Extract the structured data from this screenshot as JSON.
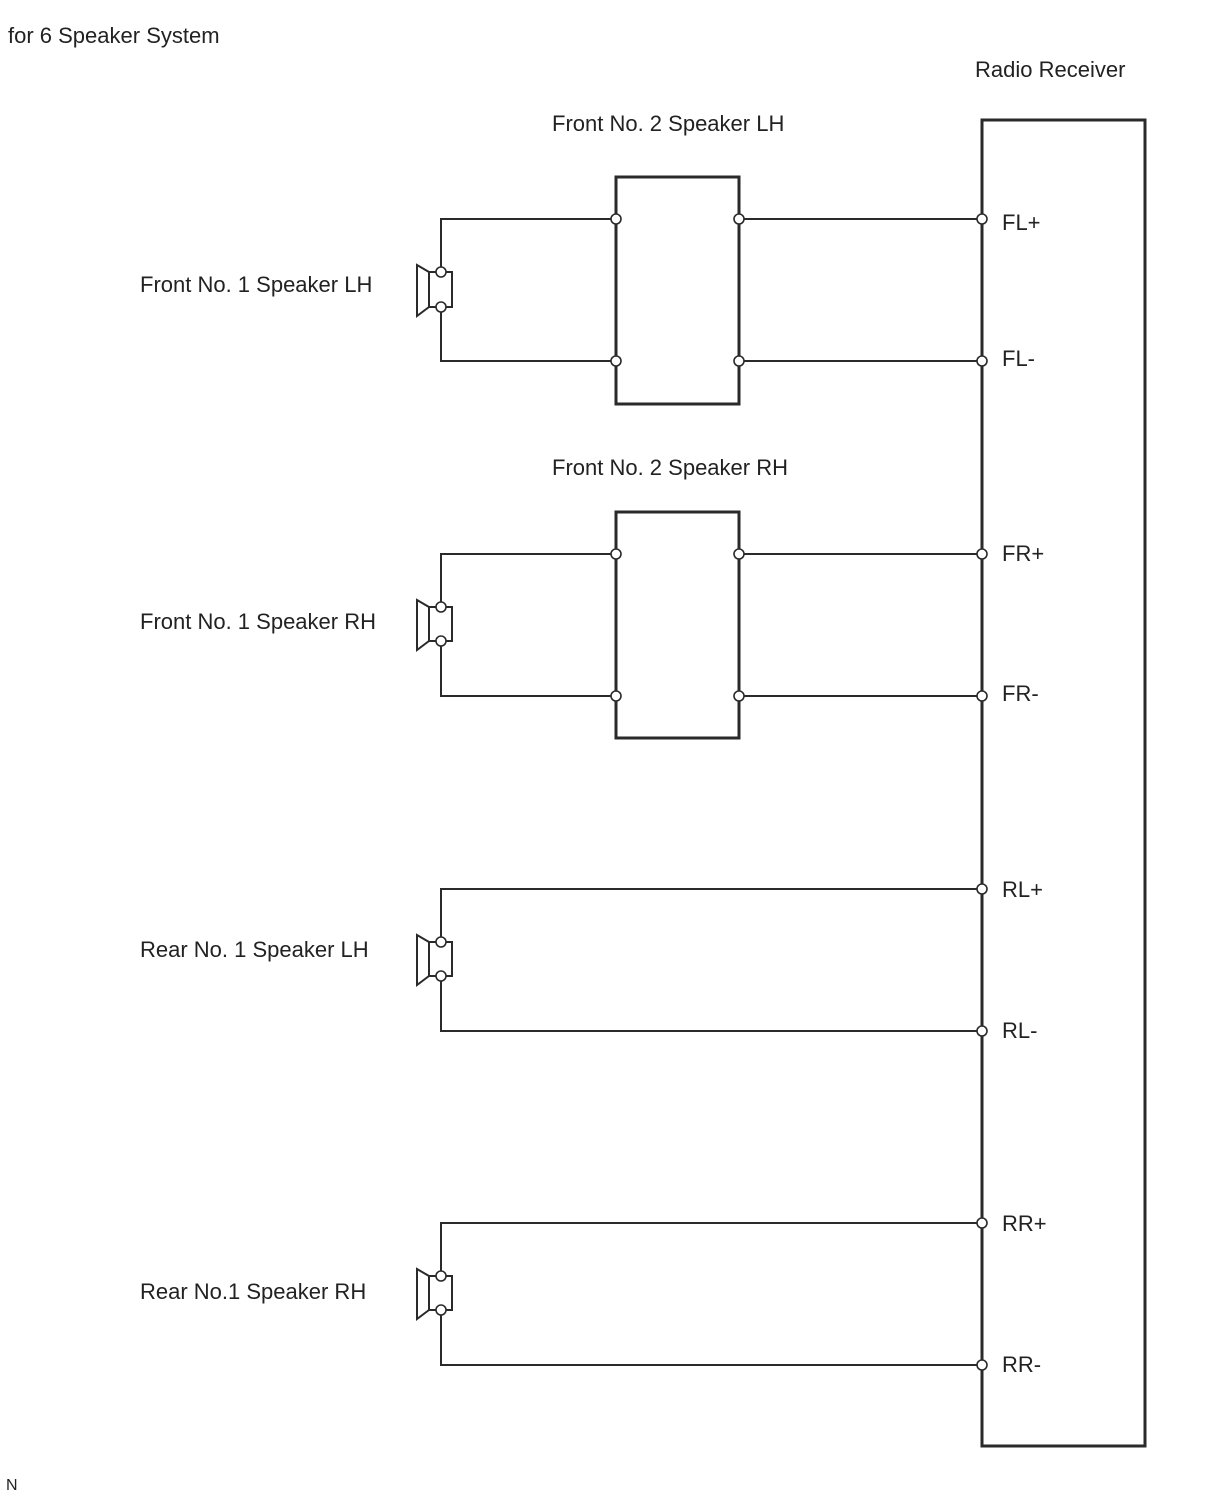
{
  "header": {
    "system": "for 6 Speaker System",
    "corner_mark": "N"
  },
  "receiver": {
    "label": "Radio Receiver"
  },
  "speakers": [
    {
      "label": "Front No. 1 Speaker LH"
    },
    {
      "label": "Front No. 1 Speaker RH"
    },
    {
      "label": "Rear No. 1 Speaker LH"
    },
    {
      "label": "Rear No.1 Speaker RH"
    }
  ],
  "tweeters": [
    {
      "label": "Front No. 2 Speaker LH"
    },
    {
      "label": "Front No. 2 Speaker RH"
    }
  ],
  "terminals": [
    "FL+",
    "FL-",
    "FR+",
    "FR-",
    "RL+",
    "RL-",
    "RR+",
    "RR-"
  ]
}
